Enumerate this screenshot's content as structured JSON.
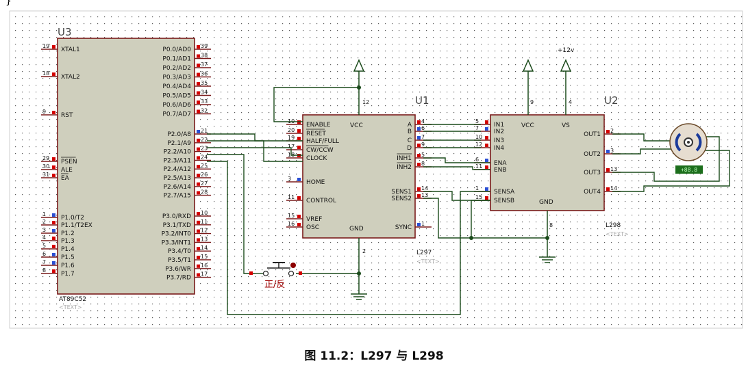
{
  "caption": "图 11.2：L297 与 L298",
  "corner_mark": "}",
  "u3": {
    "ref": "U3",
    "part": "AT89C52",
    "text": "<TEXT>",
    "left_pins": [
      {
        "num": "19",
        "name": "XTAL1"
      },
      {
        "num": "18",
        "name": "XTAL2"
      },
      {
        "num": "9",
        "name": "RST"
      },
      {
        "num": "29",
        "name": "PSEN"
      },
      {
        "num": "30",
        "name": "ALE"
      },
      {
        "num": "31",
        "name": "EA"
      },
      {
        "num": "1",
        "name": "P1.0/T2"
      },
      {
        "num": "2",
        "name": "P1.1/T2EX"
      },
      {
        "num": "3",
        "name": "P1.2"
      },
      {
        "num": "4",
        "name": "P1.3"
      },
      {
        "num": "5",
        "name": "P1.4"
      },
      {
        "num": "6",
        "name": "P1.5"
      },
      {
        "num": "7",
        "name": "P1.6"
      },
      {
        "num": "8",
        "name": "P1.7"
      }
    ],
    "right_pins": [
      {
        "num": "39",
        "name": "P0.0/AD0"
      },
      {
        "num": "38",
        "name": "P0.1/AD1"
      },
      {
        "num": "37",
        "name": "P0.2/AD2"
      },
      {
        "num": "36",
        "name": "P0.3/AD3"
      },
      {
        "num": "35",
        "name": "P0.4/AD4"
      },
      {
        "num": "34",
        "name": "P0.5/AD5"
      },
      {
        "num": "33",
        "name": "P0.6/AD6"
      },
      {
        "num": "32",
        "name": "P0.7/AD7"
      },
      {
        "num": "21",
        "name": "P2.0/A8"
      },
      {
        "num": "22",
        "name": "P2.1/A9"
      },
      {
        "num": "23",
        "name": "P2.2/A10"
      },
      {
        "num": "24",
        "name": "P2.3/A11"
      },
      {
        "num": "25",
        "name": "P2.4/A12"
      },
      {
        "num": "26",
        "name": "P2.5/A13"
      },
      {
        "num": "27",
        "name": "P2.6/A14"
      },
      {
        "num": "28",
        "name": "P2.7/A15"
      },
      {
        "num": "10",
        "name": "P3.0/RXD"
      },
      {
        "num": "11",
        "name": "P3.1/TXD"
      },
      {
        "num": "12",
        "name": "P3.2/INT0"
      },
      {
        "num": "13",
        "name": "P3.3/INT1"
      },
      {
        "num": "14",
        "name": "P3.4/T0"
      },
      {
        "num": "15",
        "name": "P3.5/T1"
      },
      {
        "num": "16",
        "name": "P3.6/WR"
      },
      {
        "num": "17",
        "name": "P3.7/RD"
      }
    ]
  },
  "u1": {
    "ref": "U1",
    "part": "L297",
    "text": "<TEXT>",
    "vcc_pin": "12",
    "gnd_pin": "2",
    "left_pins": [
      {
        "num": "10",
        "name": "ENABLE"
      },
      {
        "num": "20",
        "name": "RESET"
      },
      {
        "num": "19",
        "name": "HALF/FULL"
      },
      {
        "num": "17",
        "name": "CW/CCW"
      },
      {
        "num": "18",
        "name": "CLOCK"
      },
      {
        "num": "3",
        "name": "HOME"
      },
      {
        "num": "11",
        "name": "CONTROL"
      },
      {
        "num": "15",
        "name": "VREF"
      },
      {
        "num": "16",
        "name": "OSC"
      }
    ],
    "right_pins": [
      {
        "num": "4",
        "name": "A"
      },
      {
        "num": "6",
        "name": "B"
      },
      {
        "num": "7",
        "name": "C"
      },
      {
        "num": "9",
        "name": "D"
      },
      {
        "num": "5",
        "name": "INH1"
      },
      {
        "num": "8",
        "name": "INH2"
      },
      {
        "num": "14",
        "name": "SENS1"
      },
      {
        "num": "13",
        "name": "SENS2"
      },
      {
        "num": "1",
        "name": "SYNC"
      }
    ],
    "vcc_label": "VCC",
    "gnd_label": "GND"
  },
  "u2": {
    "ref": "U2",
    "part": "L298",
    "text": "<TEXT>",
    "supply": "+12v",
    "vcc_pin": "9",
    "vs_pin": "4",
    "gnd_pin": "8",
    "vcc_label": "VCC",
    "vs_label": "VS",
    "gnd_label": "GND",
    "left_pins": [
      {
        "num": "5",
        "name": "IN1"
      },
      {
        "num": "7",
        "name": "IN2"
      },
      {
        "num": "10",
        "name": "IN3"
      },
      {
        "num": "12",
        "name": "IN4"
      },
      {
        "num": "6",
        "name": "ENA"
      },
      {
        "num": "11",
        "name": "ENB"
      },
      {
        "num": "1",
        "name": "SENSA"
      },
      {
        "num": "15",
        "name": "SENSB"
      }
    ],
    "right_pins": [
      {
        "num": "2",
        "name": "OUT1"
      },
      {
        "num": "3",
        "name": "OUT2"
      },
      {
        "num": "13",
        "name": "OUT3"
      },
      {
        "num": "14",
        "name": "OUT4"
      }
    ]
  },
  "motor": {
    "readout": "+88.8"
  },
  "switch": {
    "label": "正/反"
  }
}
